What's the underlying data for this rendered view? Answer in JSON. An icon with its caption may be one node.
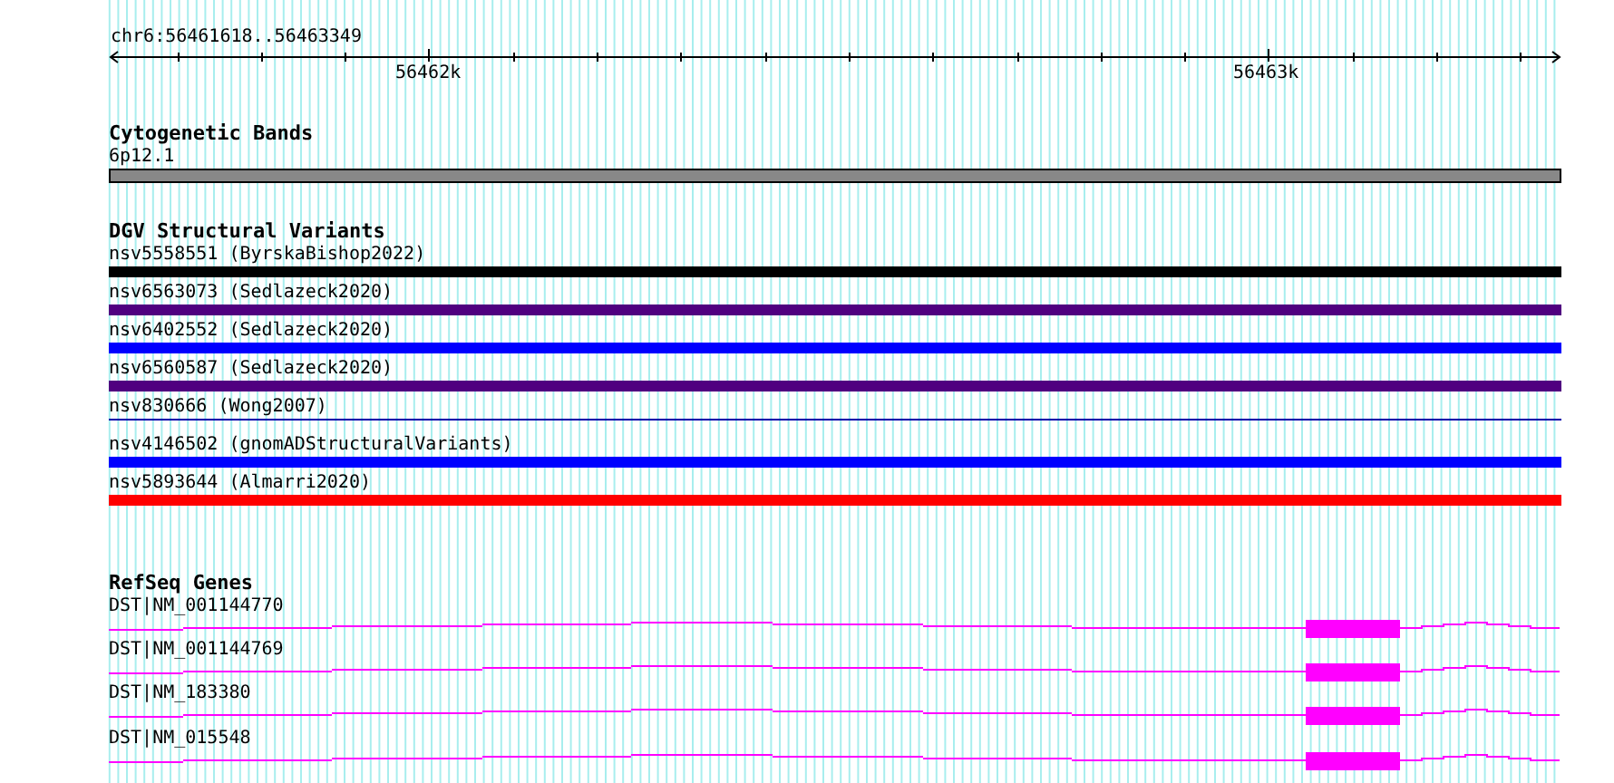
{
  "diagram": {
    "nodes": [
      {
        "text": [
          "6p12.1"
        ]
      },
      {
        "text": [
          "nsv5558551 (ByrskaBishop2022)"
        ]
      },
      {
        "text": [
          "nsv6563073 (Sedlazeck2020)"
        ]
      },
      {
        "text": [
          "nsv6402552 (Sedlazeck2020)"
        ]
      },
      {
        "text": [
          "nsv6560587 (Sedlazeck2020)"
        ]
      },
      {
        "text": [
          "nsv830666 (Wong2007)"
        ]
      },
      {
        "text": [
          "nsv4146502 (gnomADStructuralVariants)"
        ]
      },
      {
        "text": [
          "nsv5893644 (Almarri2020)"
        ]
      },
      {
        "text": [
          "DST|NM_001144770"
        ]
      },
      {
        "text": [
          "DST|NM_001144769"
        ]
      },
      {
        "text": [
          "DST|NM_183380"
        ]
      },
      {
        "text": [
          "DST|NM_015548"
        ]
      }
    ],
    "edges": [],
    "labels": [
      "chr6:56461618..56463349",
      "56462k",
      "56463k",
      "Cytogenetic Bands",
      "DGV Structural Variants",
      "RefSeq Genes"
    ]
  }
}
